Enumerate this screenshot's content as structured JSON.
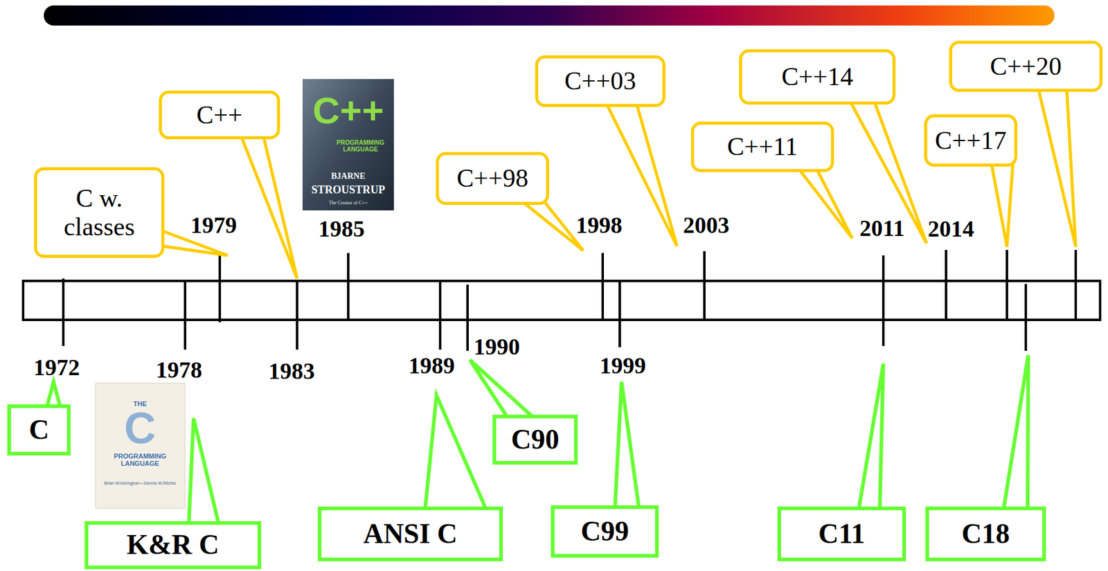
{
  "diagram": {
    "nodes": [
      {
        "text": [
          "C w. classes"
        ]
      },
      {
        "text": [
          "C++"
        ]
      },
      {
        "text": [
          "C++98"
        ]
      },
      {
        "text": [
          "C++03"
        ]
      },
      {
        "text": [
          "C++11"
        ]
      },
      {
        "text": [
          "C++14"
        ]
      },
      {
        "text": [
          "C++17"
        ]
      },
      {
        "text": [
          "C++20"
        ]
      },
      {
        "text": [
          "C"
        ]
      },
      {
        "text": [
          "K&R C"
        ]
      },
      {
        "text": [
          "ANSI C"
        ]
      },
      {
        "text": [
          "C90"
        ]
      },
      {
        "text": [
          "C99"
        ]
      },
      {
        "text": [
          "C11"
        ]
      },
      {
        "text": [
          "C18"
        ]
      }
    ],
    "labels": [
      "1972",
      "1978",
      "1979",
      "1983",
      "1985",
      "1989",
      "1990",
      "1998",
      "1999",
      "2003",
      "2011",
      "2014",
      "C++",
      "PROGRAMMING LANGUAGE",
      "BJARNE",
      "STROUSTRUP",
      "The Creator of C++",
      "THE",
      "C",
      "PROGRAMMING LANGUAGE",
      "Brian W.Kernighan • Dennis M.Ritchie"
    ]
  }
}
